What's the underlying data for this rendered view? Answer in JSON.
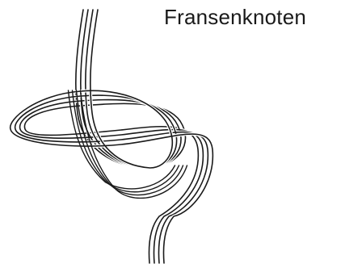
{
  "title": "Fransenknoten",
  "drawing": {
    "subject": "knot-illustration",
    "strand_count": 4,
    "stroke_color": "#1a1a1a",
    "background_color": "#ffffff"
  }
}
